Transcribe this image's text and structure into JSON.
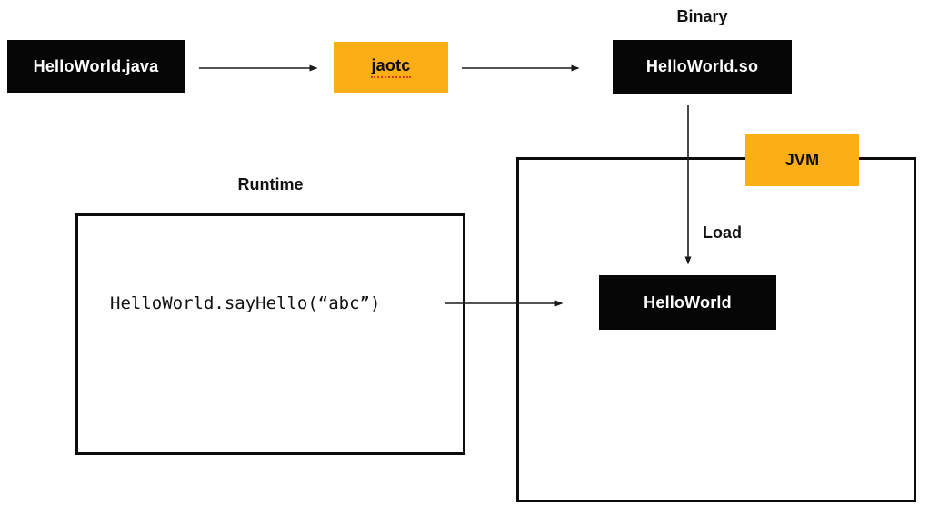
{
  "diagram": {
    "nodes": {
      "source": "HelloWorld.java",
      "compiler": "jaotc",
      "binary": "HelloWorld.so",
      "loaded_class": "HelloWorld",
      "jvm_tag": "JVM"
    },
    "captions": {
      "binary": "Binary",
      "load": "Load",
      "runtime": "Runtime"
    },
    "runtime_call": "HelloWorld.sayHello(“abc”)",
    "colors": {
      "accent_orange": "#FBAE16",
      "node_black": "#060606",
      "line_black": "#1A1A1A",
      "background": "#FFFFFF",
      "spellcheck_red": "#E03A1E"
    }
  }
}
